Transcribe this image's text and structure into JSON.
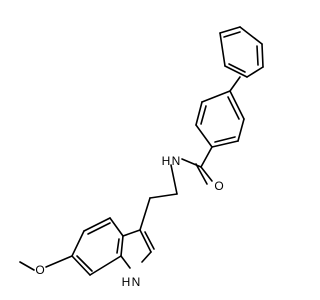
{
  "atoms": {
    "N_amide": "N",
    "H_amide": "H",
    "O_carbonyl": "O",
    "O_methoxy": "O",
    "N_indole": "N",
    "H_indole": "H"
  },
  "colors": {
    "bond": "#000000",
    "label": "#000000",
    "background": "#ffffff"
  }
}
